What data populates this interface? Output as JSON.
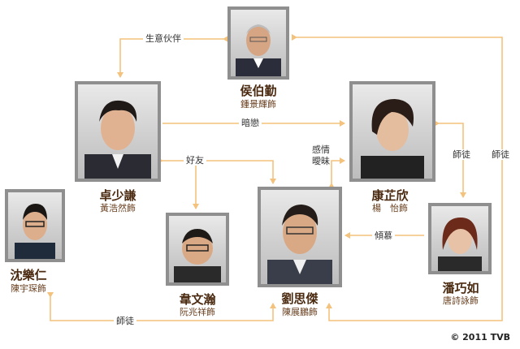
{
  "colors": {
    "arrow": "#f3c27c",
    "frame": "#8f8f8f",
    "char_name": "#4a2a10"
  },
  "people": {
    "hau": {
      "char": "侯伯勤",
      "actor": "鍾景輝飾"
    },
    "cheuk": {
      "char": "卓少謙",
      "actor": "黃浩然飾"
    },
    "hong": {
      "char": "康芷欣",
      "actor": "楊　怡飾"
    },
    "sum": {
      "char": "沈樂仁",
      "actor": "陳宇琛飾"
    },
    "wai": {
      "char": "韋文瀚",
      "actor": "阮兆祥飾"
    },
    "lau": {
      "char": "劉思傑",
      "actor": "陳展鵬飾"
    },
    "poon": {
      "char": "潘巧如",
      "actor": "唐詩詠飾"
    }
  },
  "relations": {
    "business_partner": "生意伙伴",
    "crush": "暗戀",
    "good_friend": "好友",
    "ambiguous_line1": "感情",
    "ambiguous_line2": "曖昧",
    "mentor_hong_poon": "師徒",
    "mentor_hau_lau": "師徒",
    "admire": "傾慕",
    "mentor_sum_lau": "師徒"
  },
  "copyright": "© 2011 TVB"
}
